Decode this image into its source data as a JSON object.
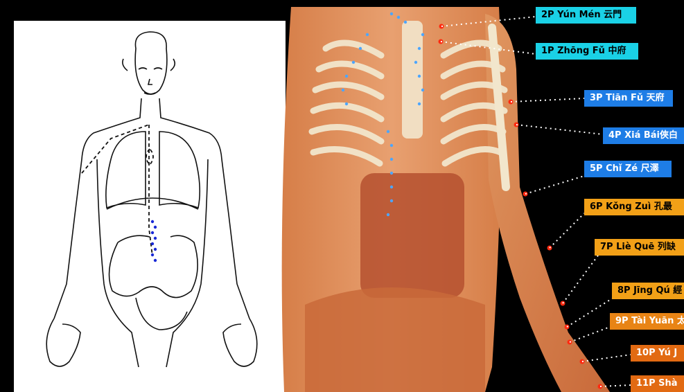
{
  "labels": [
    {
      "id": "p2",
      "text": "2P  Yún Mén 云門",
      "color": "cyan"
    },
    {
      "id": "p1",
      "text": "1P  Zhōng Fǔ 中府",
      "color": "cyan"
    },
    {
      "id": "p3",
      "text": "3P  Tiān Fǔ 天府",
      "color": "blue"
    },
    {
      "id": "p4",
      "text": "4P  Xiá Bái俠白",
      "color": "blue"
    },
    {
      "id": "p5",
      "text": "5P  Chǐ Zé 尺澤",
      "color": "blue"
    },
    {
      "id": "p6",
      "text": "6P  Kǒng Zuì 孔最",
      "color": "orange"
    },
    {
      "id": "p7",
      "text": "7P  Liè Quē  列缺",
      "color": "orange"
    },
    {
      "id": "p8",
      "text": "8P  Jīng Qú 經",
      "color": "orange"
    },
    {
      "id": "p9",
      "text": "9P  Tài Yuān 太",
      "color": "orange2"
    },
    {
      "id": "p10",
      "text": "10P  Yú J",
      "color": "orange3"
    },
    {
      "id": "p11",
      "text": "11P  Shà",
      "color": "orange3"
    }
  ],
  "colors": {
    "background": "#000000",
    "skin": "#e8a070",
    "muscle": "#b5502f",
    "bone": "#f2e6cc",
    "meridian_dot": "#4da6ff",
    "acupoint": "#ff2a10",
    "cyan_label": "#1ad1e6",
    "blue_label": "#1e7de6",
    "orange_label": "#f2a017"
  },
  "left_illustration": {
    "meridian_color": "#1a2ad6"
  }
}
